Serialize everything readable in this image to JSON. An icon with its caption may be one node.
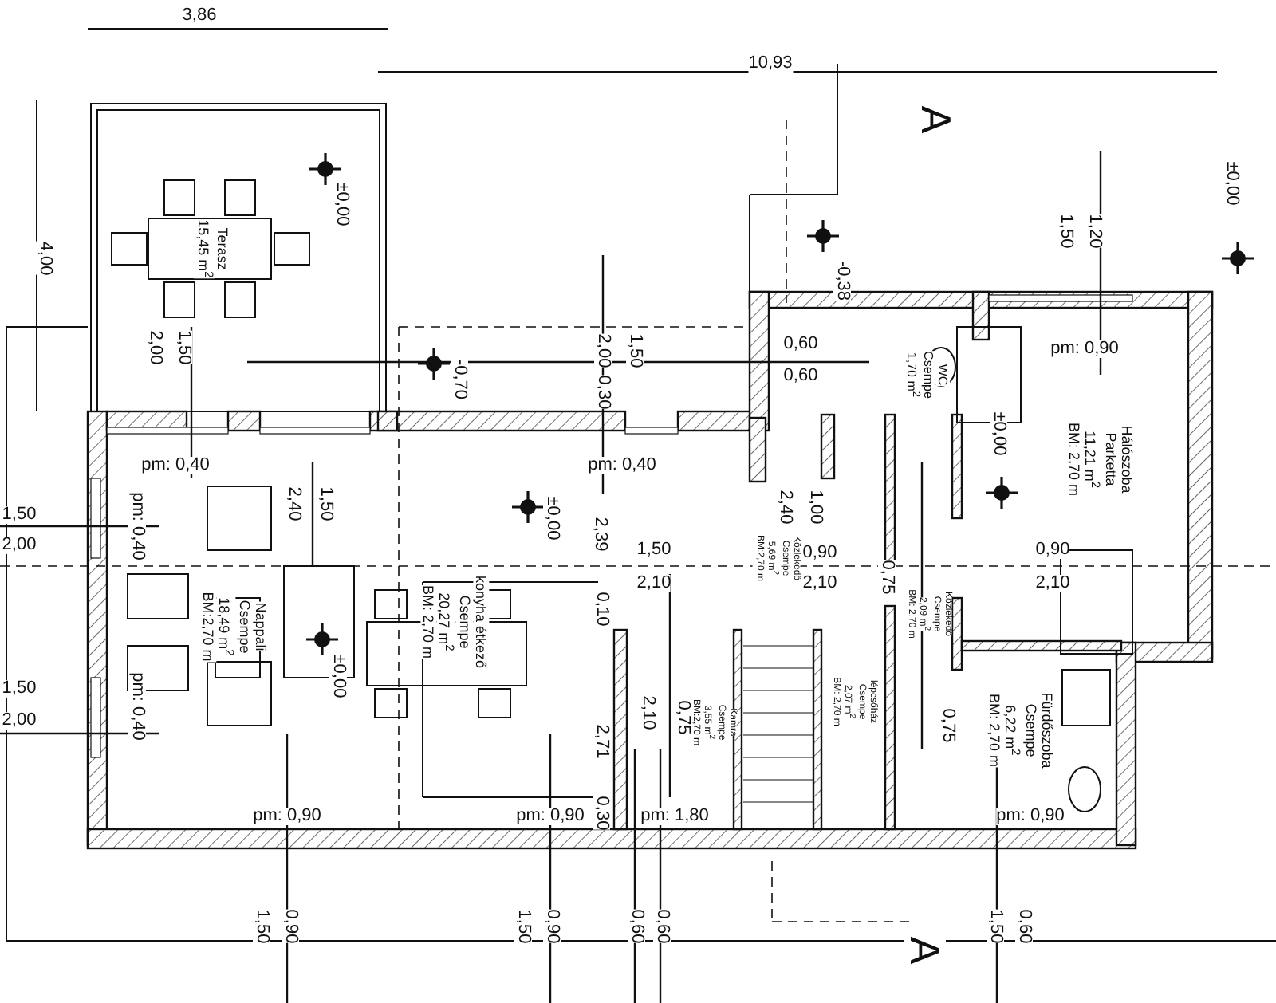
{
  "diagram": {
    "nodes": [
      {
        "text": [
          "Terasz",
          "15,45 m$^{2}$"
        ]
      },
      {
        "text": [
          "Nappali",
          "Csempe",
          "18,49 m$^{2}$",
          "BM:2,70 m"
        ]
      },
      {
        "text": [
          "konyha étkező",
          "Csempe",
          "20,27 m$^{2}$",
          "BM: 2,70 m"
        ]
      },
      {
        "text": [
          "Közlekedő",
          "Csempe",
          "5,69 m$^{2}$",
          "BM:2,70 m"
        ]
      },
      {
        "text": [
          "Kamra",
          "Csempe",
          "3,55 m$^{2}$",
          "BM:2,70 m"
        ]
      },
      {
        "text": [
          "WC",
          "Csempe",
          "1,70 m$^{2}$"
        ]
      },
      {
        "text": [
          "Közlekedő",
          "Csempe",
          "2,09 m$^{2}$",
          "BM: 2,70 m"
        ]
      },
      {
        "text": [
          "lépcsőház",
          "Csempe",
          "2,07 m$^{2}$",
          "BM: 2,70 m"
        ]
      },
      {
        "text": [
          "Hálószoba",
          "Parketta",
          "11,21 m$^{2}$",
          "BM: 2,70 m"
        ]
      },
      {
        "text": [
          "Fürdőszoba",
          "Csempe",
          "6,22 m$^{2}$",
          "BM: 2,70 m"
        ]
      }
    ],
    "labels": [
      "3,86",
      "10,93",
      "A",
      "±0,00",
      "4,00",
      "±0,00",
      "1,50",
      "1,20",
      "-0,38",
      "2,00",
      "1,50",
      "-0,70",
      "2,00",
      "0,30",
      "1,50",
      "0,60",
      "0,60",
      "pm: 0,90",
      "±0,00",
      "pm: 0,40",
      "pm: 0,40",
      "1,50",
      "2,00",
      "pm: 0,40",
      "2,40",
      "1,50",
      "±0,00",
      "2,39",
      "2,40",
      "1,00",
      "1,50",
      "2,10",
      "0,90",
      "2,10",
      "0,75",
      "0,90",
      "2,10",
      "0,10",
      "±0,00",
      "1,50",
      "2,00",
      "pm: 0,40",
      "2,10",
      "0,75",
      "2,71",
      "0,75",
      "pm: 0,90",
      "pm: 0,90",
      "0,30",
      "pm: 1,80",
      "pm: 0,90",
      "1,50",
      "0,90",
      "1,50",
      "0,90",
      "0,60",
      "0,60",
      "A",
      "1,50",
      "0,60"
    ]
  }
}
